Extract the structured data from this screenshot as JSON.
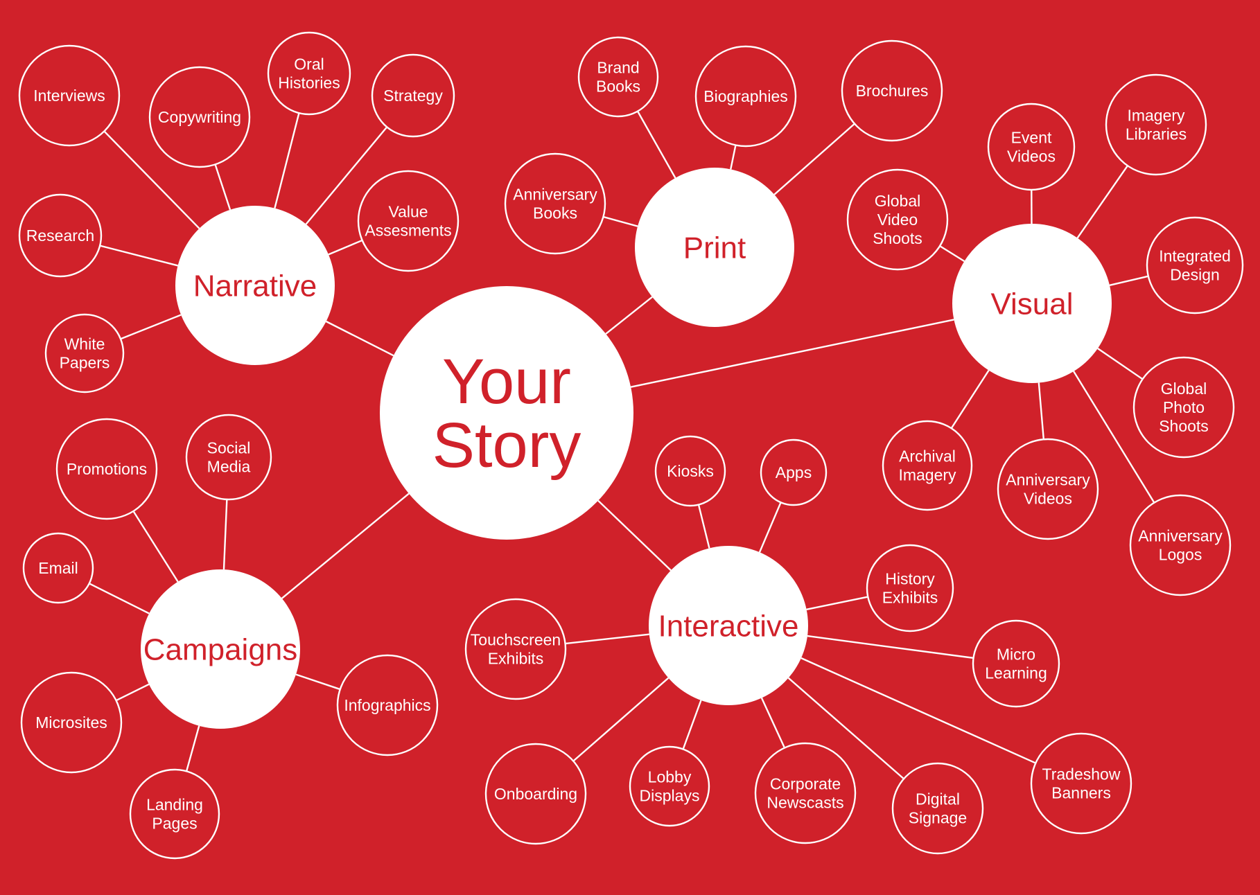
{
  "colors": {
    "background": "#d0212a",
    "foreground": "#ffffff",
    "accent": "#d0212a"
  },
  "center": {
    "id": "your-story",
    "lines": [
      "Your",
      "Story"
    ]
  },
  "hubs": [
    {
      "id": "narrative",
      "label": "Narrative"
    },
    {
      "id": "print",
      "label": "Print"
    },
    {
      "id": "visual",
      "label": "Visual"
    },
    {
      "id": "campaigns",
      "label": "Campaigns"
    },
    {
      "id": "interactive",
      "label": "Interactive"
    }
  ],
  "leaves": [
    {
      "id": "interviews",
      "hub": "narrative",
      "lines": [
        "Interviews"
      ]
    },
    {
      "id": "copywriting",
      "hub": "narrative",
      "lines": [
        "Copywriting"
      ]
    },
    {
      "id": "oral-histories",
      "hub": "narrative",
      "lines": [
        "Oral",
        "Histories"
      ]
    },
    {
      "id": "strategy",
      "hub": "narrative",
      "lines": [
        "Strategy"
      ]
    },
    {
      "id": "value-assesments",
      "hub": "narrative",
      "lines": [
        "Value",
        "Assesments"
      ]
    },
    {
      "id": "research",
      "hub": "narrative",
      "lines": [
        "Research"
      ]
    },
    {
      "id": "white-papers",
      "hub": "narrative",
      "lines": [
        "White",
        "Papers"
      ]
    },
    {
      "id": "brand-books",
      "hub": "print",
      "lines": [
        "Brand",
        "Books"
      ]
    },
    {
      "id": "biographies",
      "hub": "print",
      "lines": [
        "Biographies"
      ]
    },
    {
      "id": "brochures",
      "hub": "print",
      "lines": [
        "Brochures"
      ]
    },
    {
      "id": "anniversary-books",
      "hub": "print",
      "lines": [
        "Anniversary",
        "Books"
      ]
    },
    {
      "id": "event-videos",
      "hub": "visual",
      "lines": [
        "Event",
        "Videos"
      ]
    },
    {
      "id": "imagery-libraries",
      "hub": "visual",
      "lines": [
        "Imagery",
        "Libraries"
      ]
    },
    {
      "id": "global-video-shoots",
      "hub": "visual",
      "lines": [
        "Global",
        "Video",
        "Shoots"
      ]
    },
    {
      "id": "integrated-design",
      "hub": "visual",
      "lines": [
        "Integrated",
        "Design"
      ]
    },
    {
      "id": "global-photo-shoots",
      "hub": "visual",
      "lines": [
        "Global",
        "Photo",
        "Shoots"
      ]
    },
    {
      "id": "archival-imagery",
      "hub": "visual",
      "lines": [
        "Archival",
        "Imagery"
      ]
    },
    {
      "id": "anniversary-videos",
      "hub": "visual",
      "lines": [
        "Anniversary",
        "Videos"
      ]
    },
    {
      "id": "anniversary-logos",
      "hub": "visual",
      "lines": [
        "Anniversary",
        "Logos"
      ]
    },
    {
      "id": "promotions",
      "hub": "campaigns",
      "lines": [
        "Promotions"
      ]
    },
    {
      "id": "social-media",
      "hub": "campaigns",
      "lines": [
        "Social",
        "Media"
      ]
    },
    {
      "id": "email",
      "hub": "campaigns",
      "lines": [
        "Email"
      ]
    },
    {
      "id": "microsites",
      "hub": "campaigns",
      "lines": [
        "Microsites"
      ]
    },
    {
      "id": "landing-pages",
      "hub": "campaigns",
      "lines": [
        "Landing",
        "Pages"
      ]
    },
    {
      "id": "infographics",
      "hub": "campaigns",
      "lines": [
        "Infographics"
      ]
    },
    {
      "id": "kiosks",
      "hub": "interactive",
      "lines": [
        "Kiosks"
      ]
    },
    {
      "id": "apps",
      "hub": "interactive",
      "lines": [
        "Apps"
      ]
    },
    {
      "id": "history-exhibits",
      "hub": "interactive",
      "lines": [
        "History",
        "Exhibits"
      ]
    },
    {
      "id": "micro-learning",
      "hub": "interactive",
      "lines": [
        "Micro",
        "Learning"
      ]
    },
    {
      "id": "tradeshow-banners",
      "hub": "interactive",
      "lines": [
        "Tradeshow",
        "Banners"
      ]
    },
    {
      "id": "digital-signage",
      "hub": "interactive",
      "lines": [
        "Digital",
        "Signage"
      ]
    },
    {
      "id": "corporate-newscasts",
      "hub": "interactive",
      "lines": [
        "Corporate",
        "Newscasts"
      ]
    },
    {
      "id": "lobby-displays",
      "hub": "interactive",
      "lines": [
        "Lobby",
        "Displays"
      ]
    },
    {
      "id": "onboarding",
      "hub": "interactive",
      "lines": [
        "Onboarding"
      ]
    },
    {
      "id": "touchscreen-exhibits",
      "hub": "interactive",
      "lines": [
        "Touchscreen",
        "Exhibits"
      ]
    }
  ]
}
